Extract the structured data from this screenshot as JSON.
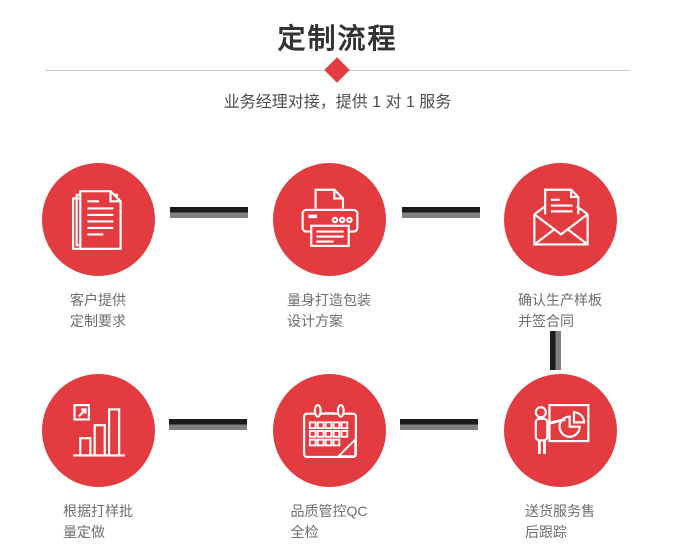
{
  "header": {
    "title": "定制流程",
    "subtitle": "业务经理对接，提供 1 对 1 服务",
    "title_color": "#333333",
    "subtitle_color": "#4c4c4c",
    "divider_color": "#cccccc",
    "diamond_icon": "diamond-icon",
    "accent_color": "#e23c41"
  },
  "flow": {
    "circle_color": "#e23c41",
    "icon_stroke_color": "#ffffff",
    "caption_color": "#6e6e6e",
    "connector_dark_color": "#1b1b1b",
    "connector_gray_color": "#7f7f7f",
    "steps": [
      {
        "icon": "documents-icon",
        "line1": "客户提供",
        "line2": "定制要求"
      },
      {
        "icon": "printer-icon",
        "line1": "量身打造包装",
        "line2": "设计方案"
      },
      {
        "icon": "open-envelope-icon",
        "line1": "确认生产样板",
        "line2": "并签合同"
      },
      {
        "icon": "bar-chart-icon",
        "line1": "根据打样批",
        "line2": "量定做"
      },
      {
        "icon": "calendar-icon",
        "line1": "品质管控QC",
        "line2": "全检"
      },
      {
        "icon": "presenter-board-icon",
        "line1": "送货服务售",
        "line2": "后跟踪"
      }
    ]
  }
}
